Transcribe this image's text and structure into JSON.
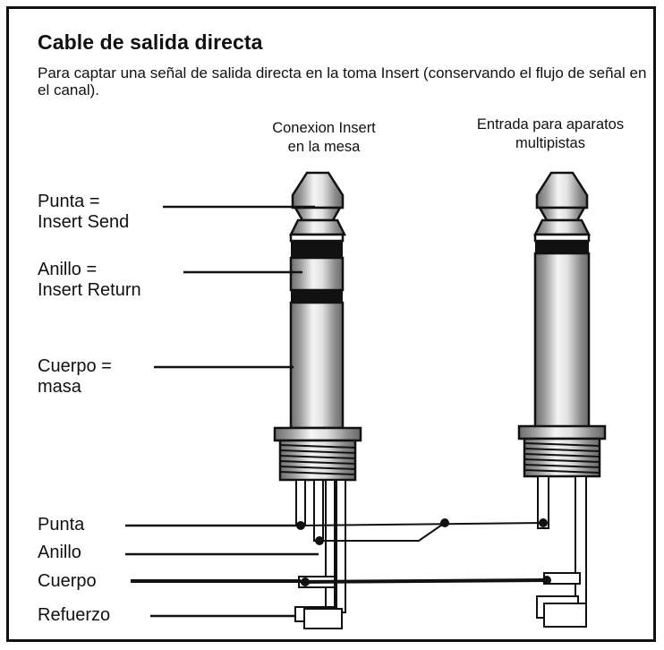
{
  "title": "Cable de salida directa",
  "subtitle": "Para captar una señal de salida directa en la toma Insert (conservando el flujo de señal en el canal).",
  "columns": {
    "left": [
      "Conexion Insert",
      "en la mesa"
    ],
    "right": [
      "Entrada para aparatos",
      "multipistas"
    ]
  },
  "plug_labels": {
    "tip": [
      "Punta =",
      "Insert Send"
    ],
    "ring": [
      "Anillo =",
      "Insert Return"
    ],
    "sleeve": [
      "Cuerpo =",
      "masa"
    ]
  },
  "wire_labels": {
    "tip": "Punta",
    "ring": "Anillo",
    "sleeve": "Cuerpo",
    "strain": "Refuerzo"
  },
  "colors": {
    "ink": "#111111",
    "metal_dark": "#7a7a7a",
    "metal_light": "#f2f2f2",
    "band": "#111111"
  }
}
